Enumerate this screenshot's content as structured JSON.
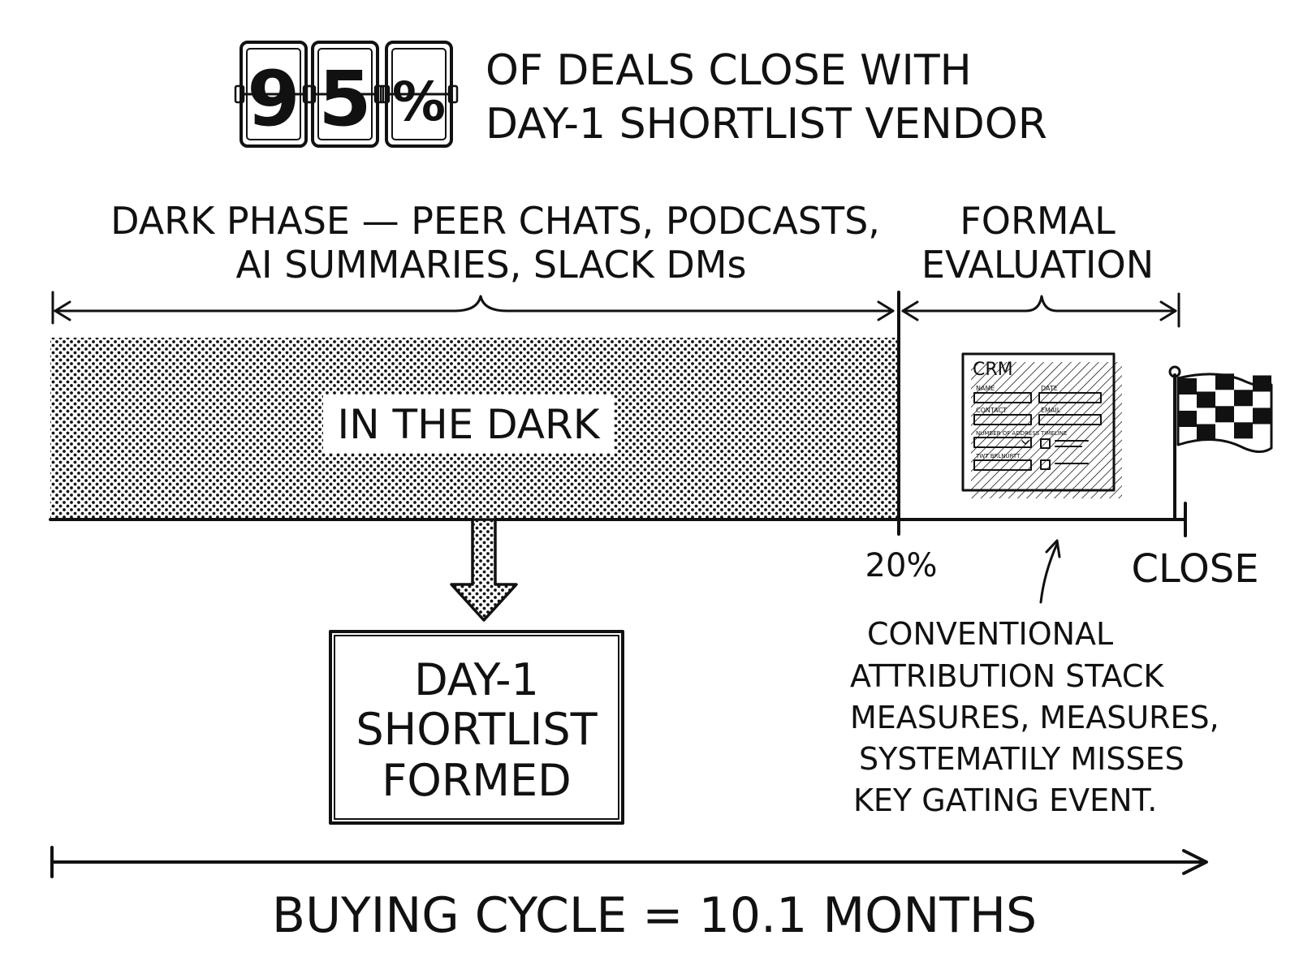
{
  "headline": {
    "digits": [
      "9",
      "5",
      "%"
    ],
    "line1": "OF DEALS CLOSE WITH",
    "line2": "DAY-1 SHORTLIST VENDOR"
  },
  "phases": {
    "dark": {
      "line1": "DARK PHASE — PEER CHATS, PODCASTS,",
      "line2": "AI SUMMARIES, SLACK DMs"
    },
    "formal": {
      "line1": "FORMAL",
      "line2": "EVALUATION"
    }
  },
  "dark_area": {
    "label": "IN THE DARK"
  },
  "crm_form": {
    "title": "CRM",
    "fields": [
      "NAME",
      "DATE",
      "CONTACT",
      "EMAIL",
      "NUMBER OF ADDRESS",
      "TIMELINE",
      "TWT BRLNURTT"
    ]
  },
  "markers": {
    "split": "20%",
    "end": "CLOSE"
  },
  "shortlist_box": {
    "line1": "DAY-1",
    "line2": "SHORTLIST",
    "line3": "FORMED"
  },
  "attribution_note": {
    "lines": [
      "CONVENTIONAL",
      "ATTRIBUTION STACK",
      "MEASURES, MEASURES,",
      "SYSTEMATILY MISSES",
      "KEY GATING EVENT."
    ]
  },
  "cycle": {
    "label": "BUYING CYCLE = 10.1 MONTHS"
  },
  "colors": {
    "ink": "#111111",
    "highlight": "#f7c417",
    "paper": "#ffffff"
  },
  "icons": [
    "checkered-flag-icon",
    "crm-form-icon",
    "down-arrow-icon",
    "pointer-arrow-icon"
  ]
}
